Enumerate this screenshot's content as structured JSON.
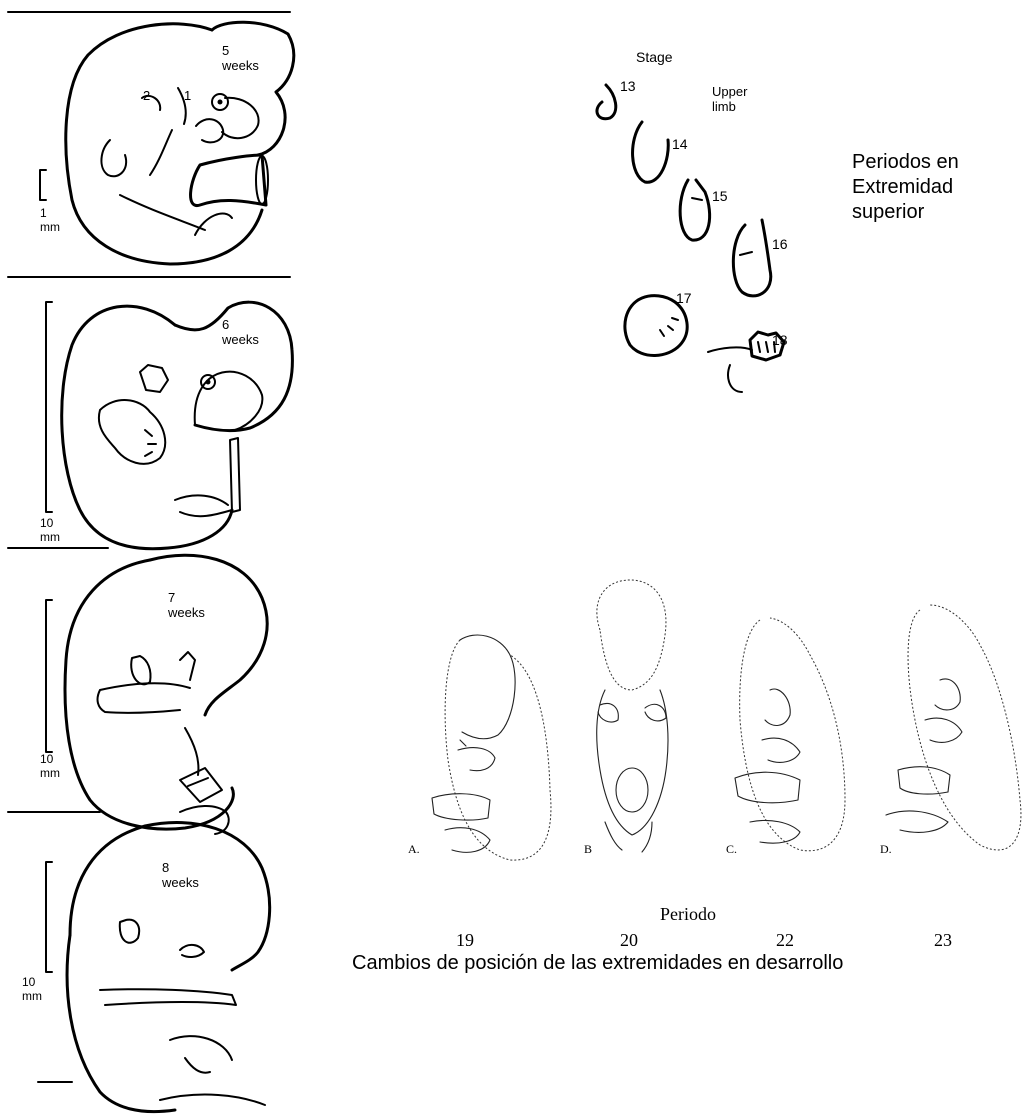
{
  "embryos_left": [
    {
      "age_label": "5\nweeks",
      "scale_label": "1\nmm"
    },
    {
      "age_label": "6\nweeks",
      "scale_label": "10\nmm"
    },
    {
      "age_label": "7\nweeks",
      "scale_label": "10\nmm"
    },
    {
      "age_label": "8\nweeks",
      "scale_label": "10\nmm"
    }
  ],
  "arch_labels": [
    "2",
    "1"
  ],
  "limb_stages": {
    "header_stage": "Stage",
    "header_limb": "Upper\nlimb",
    "stages": [
      "13",
      "14",
      "15",
      "16",
      "17",
      "18"
    ]
  },
  "right_heading": "Periodos en\nExtremidad\nsuperior",
  "position_figure": {
    "letters": [
      "A.",
      "B",
      "C.",
      "D."
    ],
    "periodo_label": "Periodo",
    "period_numbers": [
      "19",
      "20",
      "22",
      "23"
    ],
    "caption": "Cambios de posición de las extremidades en desarrollo"
  }
}
